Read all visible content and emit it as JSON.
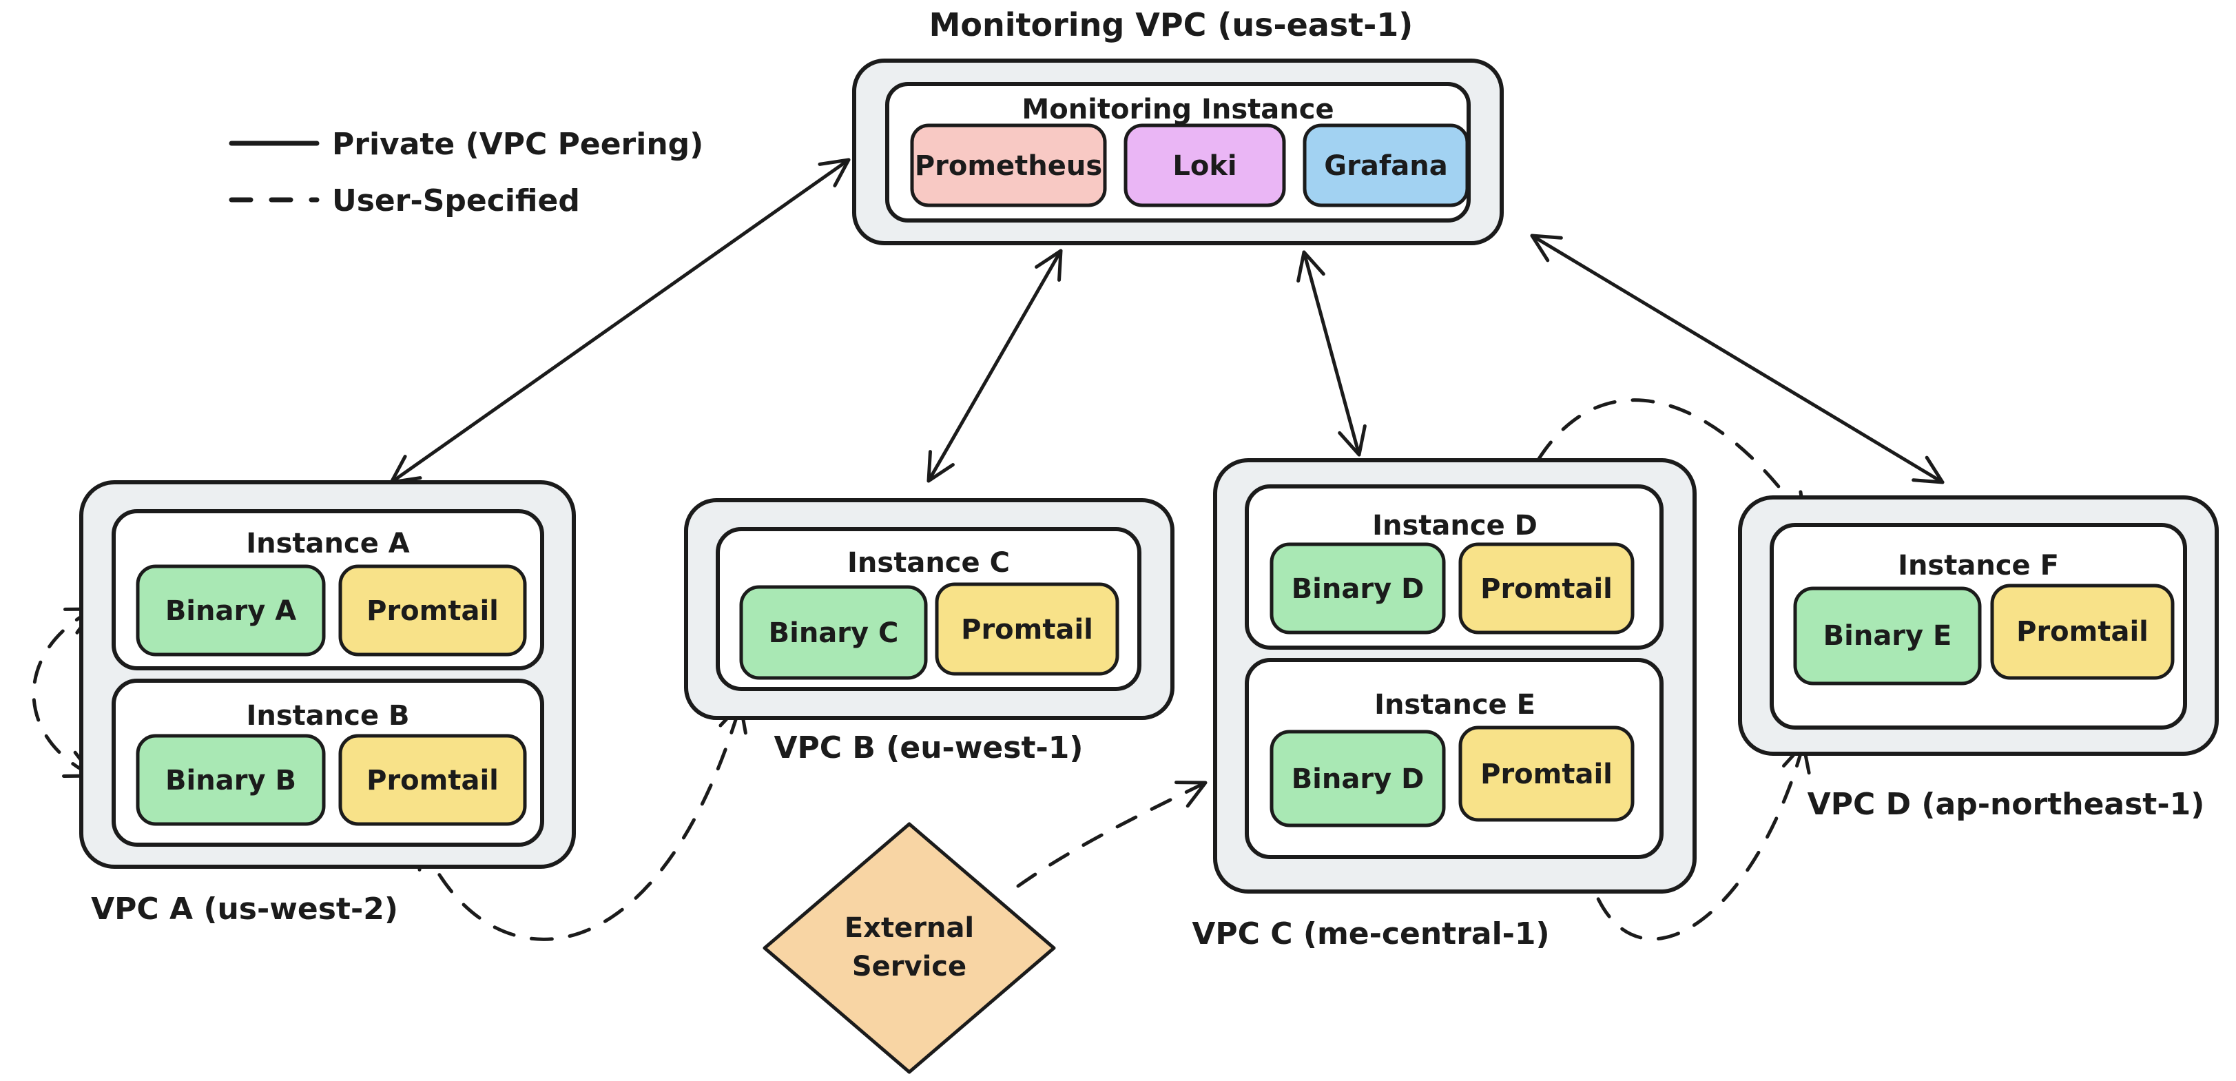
{
  "title": "Monitoring VPC (us-east-1)",
  "legend": {
    "items": [
      {
        "style": "solid",
        "label": "Private (VPC Peering)"
      },
      {
        "style": "dashed",
        "label": "User-Specified"
      }
    ]
  },
  "monitoring": {
    "instance_title": "Monitoring Instance",
    "services": [
      {
        "name": "Prometheus",
        "color": "#f8c9c4"
      },
      {
        "name": "Loki",
        "color": "#eab6f5"
      },
      {
        "name": "Grafana",
        "color": "#a2d2f2"
      }
    ]
  },
  "vpcs": [
    {
      "label": "VPC A (us-west-2)",
      "instances": [
        {
          "title": "Instance A",
          "components": [
            {
              "name": "Binary A",
              "color": "#a9e8b4"
            },
            {
              "name": "Promtail",
              "color": "#f8e289"
            }
          ]
        },
        {
          "title": "Instance B",
          "components": [
            {
              "name": "Binary B",
              "color": "#a9e8b4"
            },
            {
              "name": "Promtail",
              "color": "#f8e289"
            }
          ]
        }
      ]
    },
    {
      "label": "VPC B (eu-west-1)",
      "instances": [
        {
          "title": "Instance C",
          "components": [
            {
              "name": "Binary C",
              "color": "#a9e8b4"
            },
            {
              "name": "Promtail",
              "color": "#f8e289"
            }
          ]
        }
      ]
    },
    {
      "label": "VPC C (me-central-1)",
      "instances": [
        {
          "title": "Instance D",
          "components": [
            {
              "name": "Binary D",
              "color": "#a9e8b4"
            },
            {
              "name": "Promtail",
              "color": "#f8e289"
            }
          ]
        },
        {
          "title": "Instance E",
          "components": [
            {
              "name": "Binary D",
              "color": "#a9e8b4"
            },
            {
              "name": "Promtail",
              "color": "#f8e289"
            }
          ]
        }
      ]
    },
    {
      "label": "VPC D (ap-northeast-1)",
      "instances": [
        {
          "title": "Instance F",
          "components": [
            {
              "name": "Binary E",
              "color": "#a9e8b4"
            },
            {
              "name": "Promtail",
              "color": "#f8e289"
            }
          ]
        }
      ]
    }
  ],
  "external": {
    "label_line1": "External",
    "label_line2": "Service",
    "color": "#f8d5a4"
  },
  "colors": {
    "canvas": "#ffffff",
    "stroke": "#1b1b1b",
    "vpc_fill": "#eceff1",
    "instance_fill": "#ffffff",
    "binary_green": "#a9e8b4",
    "promtail_yellow": "#f8e289",
    "prometheus_pink": "#f8c9c4",
    "loki_purple": "#eab6f5",
    "grafana_blue": "#a2d2f2",
    "external_orange": "#f8d5a4"
  },
  "connections": [
    {
      "from": "Monitoring Instance",
      "to": "VPC A",
      "type": "private-vpc-peering",
      "line": "solid",
      "bidirectional": true
    },
    {
      "from": "Monitoring Instance",
      "to": "VPC B",
      "type": "private-vpc-peering",
      "line": "solid",
      "bidirectional": true
    },
    {
      "from": "Monitoring Instance",
      "to": "VPC C",
      "type": "private-vpc-peering",
      "line": "solid",
      "bidirectional": true
    },
    {
      "from": "Monitoring Instance",
      "to": "VPC D",
      "type": "private-vpc-peering",
      "line": "solid",
      "bidirectional": true
    },
    {
      "from": "Instance A",
      "to": "Instance B",
      "type": "user-specified",
      "line": "dashed",
      "bidirectional": true
    },
    {
      "from": "VPC A",
      "to": "VPC B",
      "type": "user-specified",
      "line": "dashed",
      "bidirectional": true
    },
    {
      "from": "External Service",
      "to": "Instance E (VPC C)",
      "type": "user-specified",
      "line": "dashed",
      "bidirectional": false
    },
    {
      "from": "Instance D (VPC C)",
      "to": "Instance F (VPC D)",
      "type": "user-specified",
      "line": "dashed",
      "bidirectional": true
    },
    {
      "from": "Instance E (VPC C)",
      "to": "Instance F (VPC D)",
      "type": "user-specified",
      "line": "dashed",
      "bidirectional": true
    }
  ]
}
